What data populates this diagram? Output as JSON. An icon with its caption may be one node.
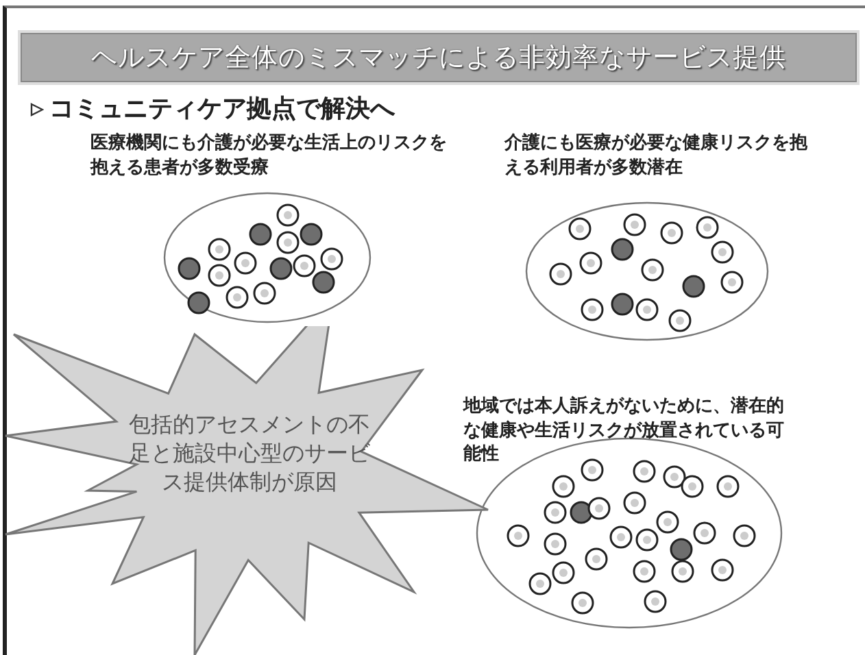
{
  "diagram": {
    "title": "ヘルスケア全体のミスマッチによる非効率なサービス提供",
    "nodes": [
      {
        "text": [
          "医療機関にも介護が必要な生活上のリスクを抱える患者が多数受療"
        ]
      },
      {
        "text": [
          "介護にも医療が必要な健康リスクを抱える利用者が多数潜在"
        ]
      },
      {
        "text": [
          "包括的アセスメントの不足と施設中心型のサービス提供体制が原因"
        ]
      },
      {
        "text": [
          "地域では本人訴えがないために、潜在的な健康や生活リスクが放置されている可能性"
        ]
      }
    ],
    "labels": [
      "コミュニティケア拠点で解決へ"
    ]
  }
}
